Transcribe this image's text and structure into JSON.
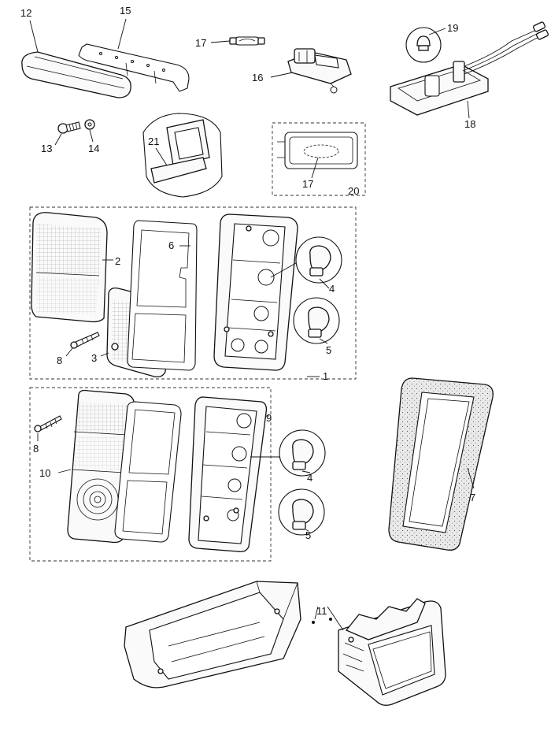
{
  "callouts": {
    "c1": "1",
    "c2": "2",
    "c3": "3",
    "c4a": "4",
    "c4b": "4",
    "c5a": "5",
    "c5b": "5",
    "c6": "6",
    "c7": "7",
    "c8a": "8",
    "c8b": "8",
    "c9": "9",
    "c10": "10",
    "c11": "11",
    "c12": "12",
    "c13": "13",
    "c14": "14",
    "c15": "15",
    "c16": "16",
    "c17a": "17",
    "c17b": "17",
    "c18": "18",
    "c19": "19",
    "c20": "20",
    "c21": "21"
  },
  "colors": {
    "ink": "#111111",
    "paper": "#ffffff",
    "foam": "#e9e9e9"
  }
}
